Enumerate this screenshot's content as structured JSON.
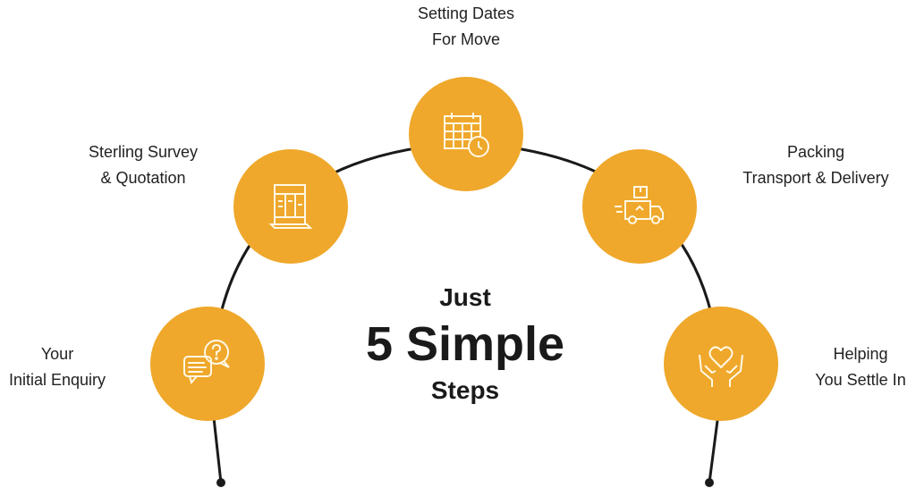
{
  "title": {
    "line1": "Just",
    "line2": "5 Simple",
    "line3": "Steps"
  },
  "steps": [
    {
      "line1": "Your",
      "line2": "Initial Enquiry",
      "icon": "chat-question-icon"
    },
    {
      "line1": "Sterling Survey",
      "line2": "& Quotation",
      "icon": "document-icon"
    },
    {
      "line1": "Setting Dates",
      "line2": "For Move",
      "icon": "calendar-clock-icon"
    },
    {
      "line1": "Packing",
      "line2": "Transport & Delivery",
      "icon": "delivery-truck-icon"
    },
    {
      "line1": "Helping",
      "line2": "You Settle In",
      "icon": "hands-heart-icon"
    }
  ],
  "colors": {
    "accent": "#EFA82B",
    "line": "#1a1a1a"
  }
}
